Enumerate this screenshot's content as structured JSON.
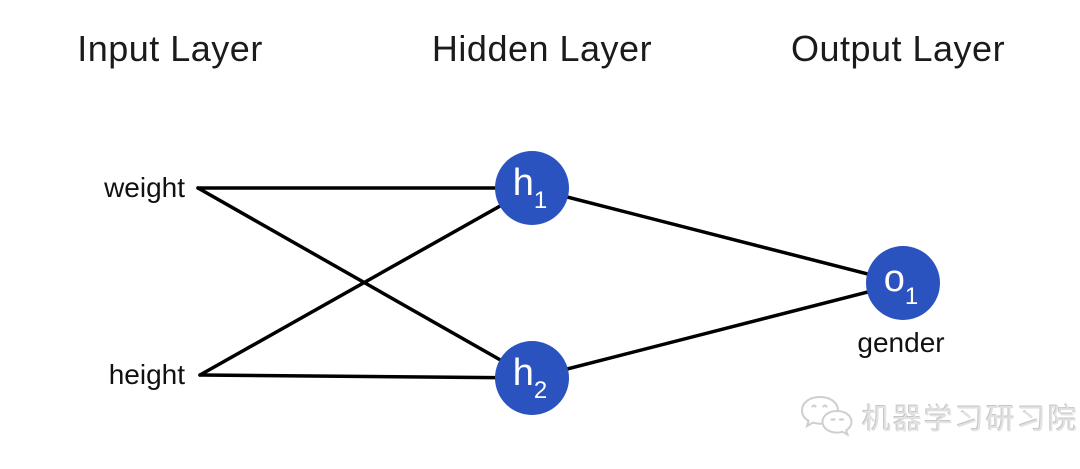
{
  "diagram": {
    "headers": {
      "input": "Input Layer",
      "hidden": "Hidden Layer",
      "output": "Output Layer"
    },
    "input_labels": {
      "first": "weight",
      "second": "height"
    },
    "nodes": {
      "h1": {
        "base": "h",
        "sub": "1"
      },
      "h2": {
        "base": "h",
        "sub": "2"
      },
      "o1": {
        "base": "o",
        "sub": "1"
      }
    },
    "output_label": "gender",
    "edges": [
      {
        "from": "weight",
        "to": "h1"
      },
      {
        "from": "weight",
        "to": "h2"
      },
      {
        "from": "height",
        "to": "h1"
      },
      {
        "from": "height",
        "to": "h2"
      },
      {
        "from": "h1",
        "to": "o1"
      },
      {
        "from": "h2",
        "to": "o1"
      }
    ],
    "colors": {
      "node_fill": "#2b53c0",
      "edge_stroke": "#000000",
      "node_text": "#ffffff",
      "label_text": "#111111"
    }
  },
  "watermark": {
    "icon": "wechat-chat-bubbles-icon",
    "text": "机器学习研习院",
    "color": "#e2e2e2"
  }
}
